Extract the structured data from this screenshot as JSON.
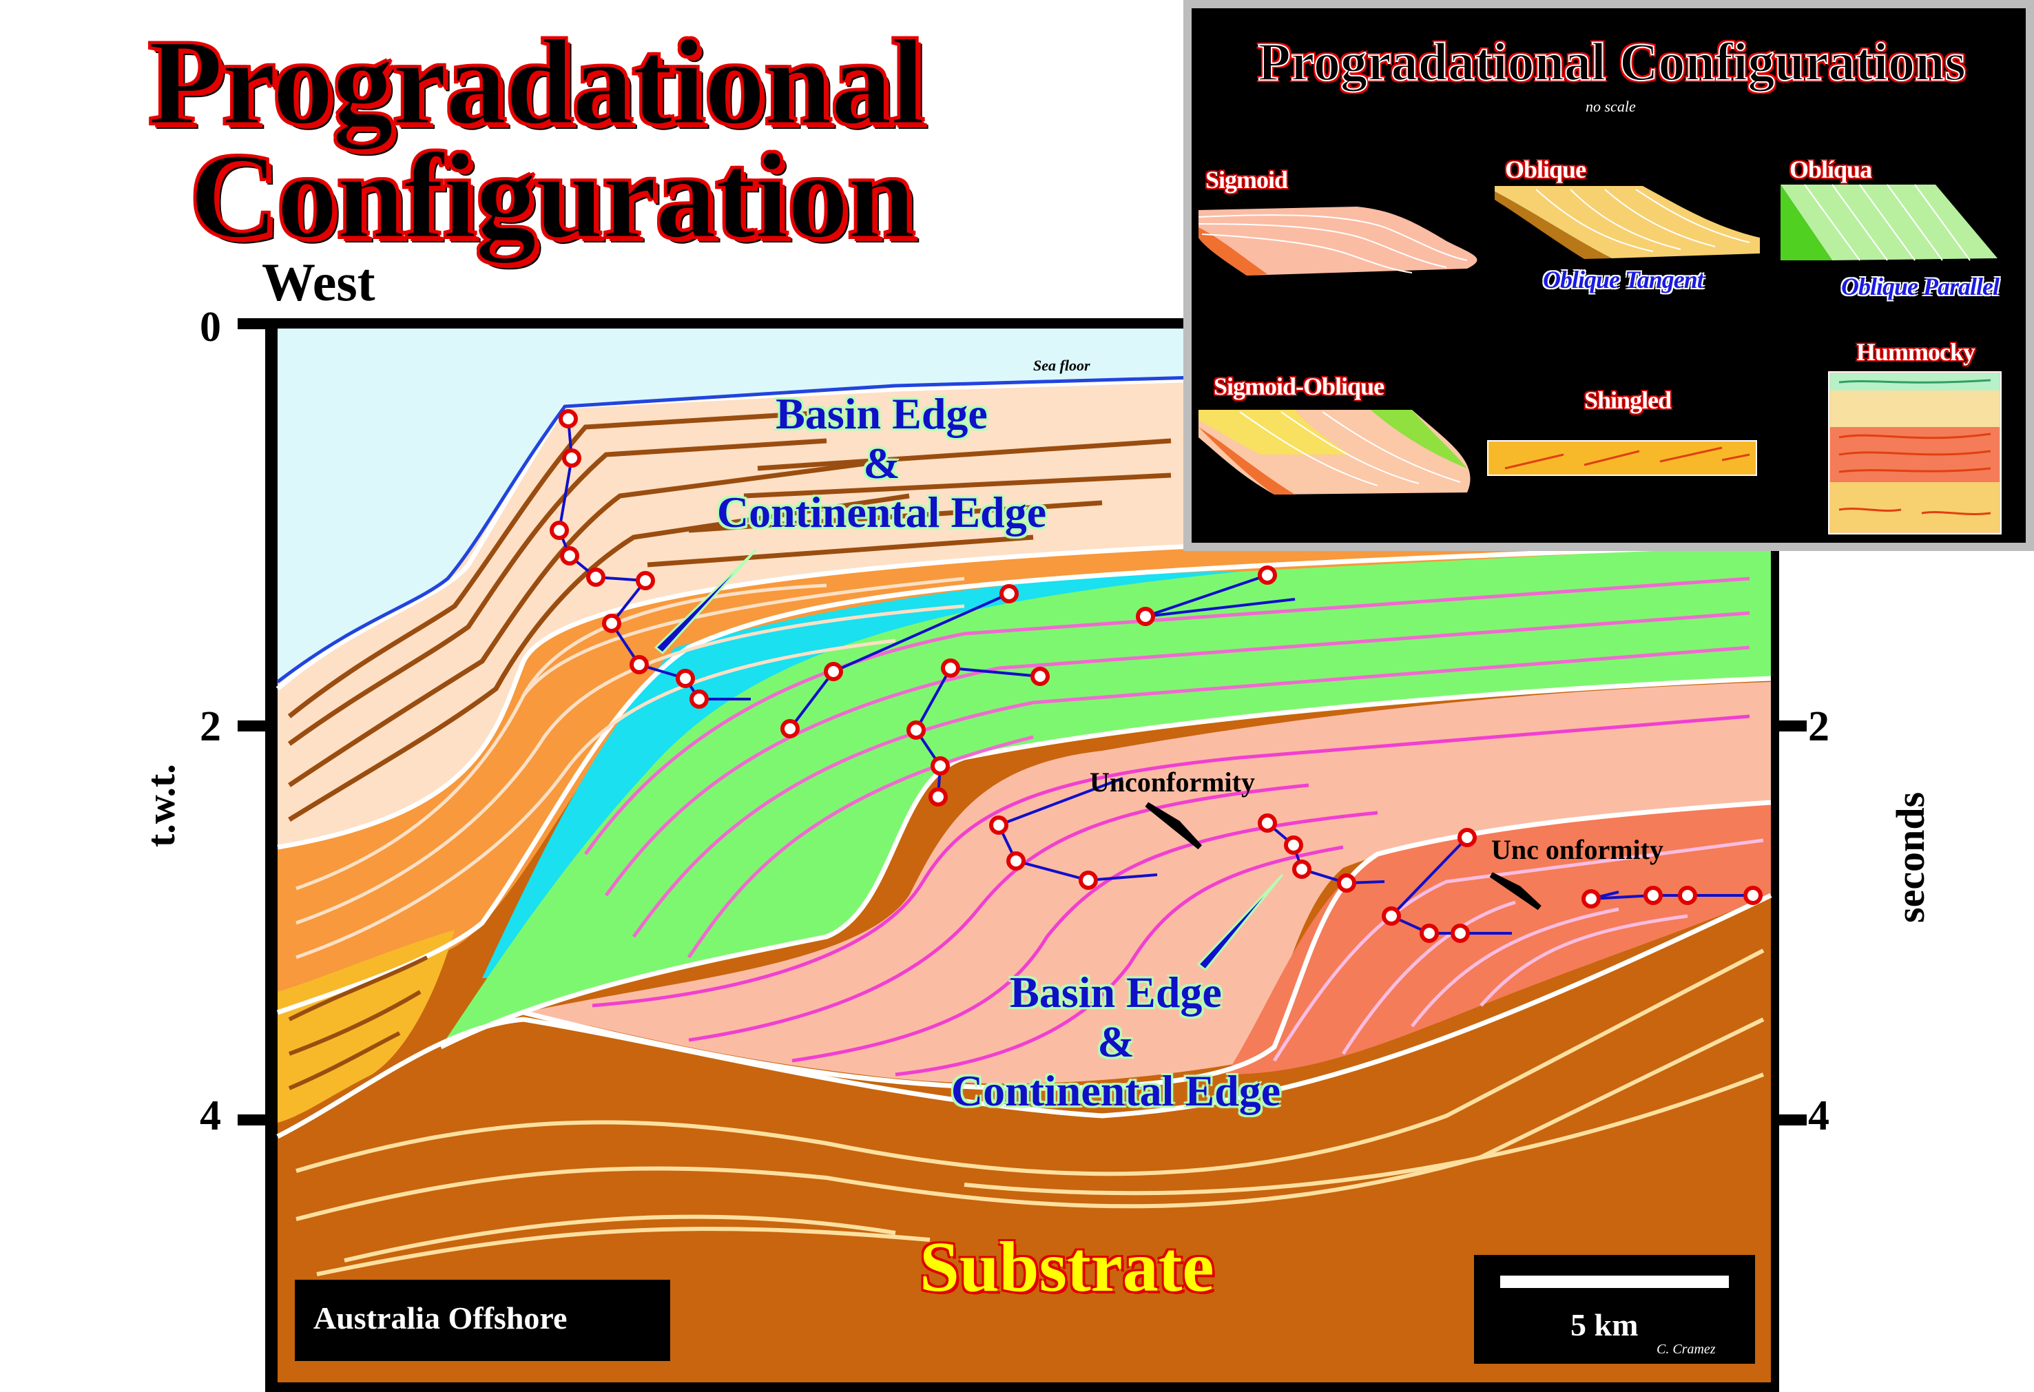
{
  "title": {
    "line1": "Progradational",
    "line2": "Configuration"
  },
  "axes": {
    "direction_label": "West",
    "left_ticks": [
      "0",
      "2",
      "4"
    ],
    "right_ticks": [
      "2",
      "4"
    ],
    "left_axis_label": "t.w.t.",
    "right_axis_label": "seconds"
  },
  "section": {
    "sea_floor_label": "Sea floor",
    "basin_edge_upper": [
      "Basin Edge",
      "&",
      "Continental Edge"
    ],
    "basin_edge_lower": [
      "Basin Edge",
      "&",
      "Continental Edge"
    ],
    "unconformity_1": "Unconformity",
    "unconformity_2": "Unc onformity",
    "substrate": "Substrate",
    "location": "Australia Offshore",
    "scale": "5 km",
    "credit": "C. Cramez"
  },
  "inset": {
    "title": "Progradational Configurations",
    "no_scale": "no scale",
    "sigmoid": "Sigmoid",
    "oblique": "Oblique",
    "obliqua": "Oblíqua",
    "oblique_tangent": "Oblique Tangent",
    "oblique_parallel": "Oblique Parallel",
    "sigmoid_oblique": "Sigmoid-Oblique",
    "shingled": "Shingled",
    "hummocky": "Hummocky"
  },
  "colors": {
    "sea": "#dcf8fa",
    "upper_unit": "#fde0c6",
    "orange_unit": "#f7993c",
    "green_unit": "#7ef770",
    "cyan_unit": "#1ae0f0",
    "pink_unit": "#fbbca4",
    "red_orange_unit": "#f47c58",
    "substrate": "#c8650e",
    "yellow_unit": "#f7b92a",
    "marker_red": "#e00000",
    "marker_line": "#1010c8"
  }
}
